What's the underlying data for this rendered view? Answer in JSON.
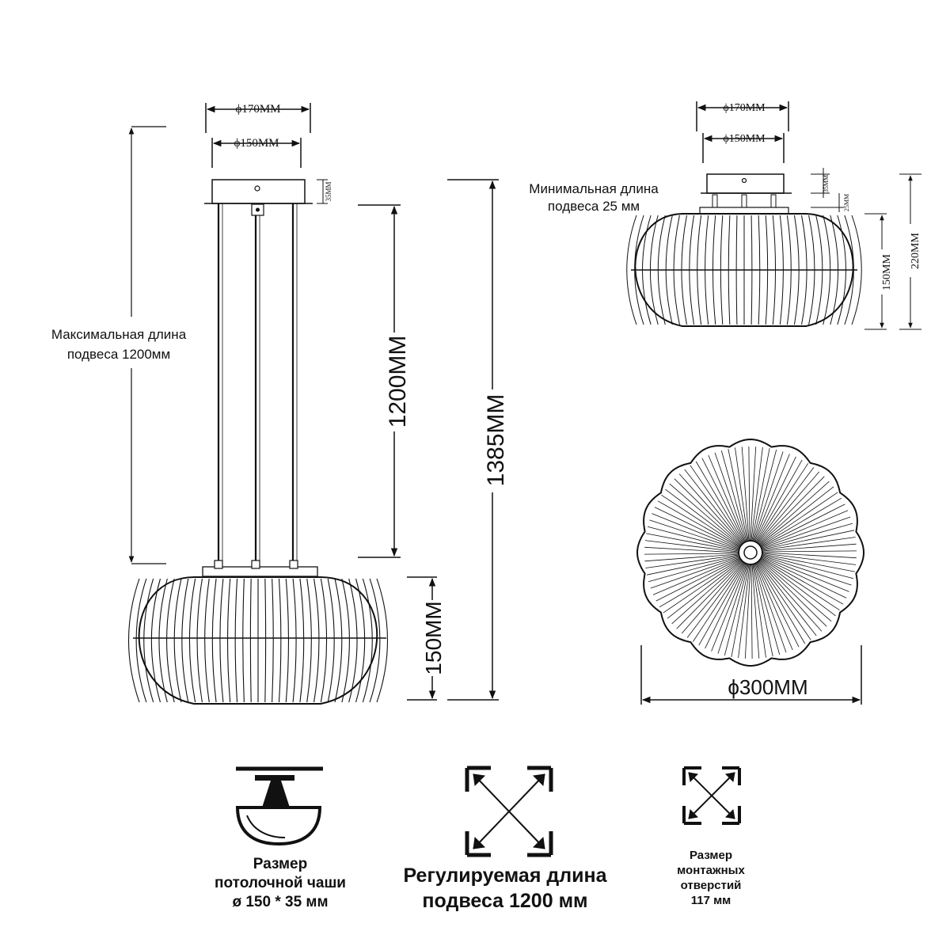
{
  "side_view": {
    "canopy_outer_diameter": "ϕ170MM",
    "canopy_inner_diameter": "ϕ150MM",
    "canopy_height": "35MM",
    "max_length_note_line1": "Максимальная длина",
    "max_length_note_line2": "подвеса 1200мм",
    "suspension_length": "1200MM",
    "total_height": "1385MM",
    "shade_height": "150MM"
  },
  "compact_view": {
    "canopy_outer_diameter": "ϕ170MM",
    "canopy_inner_diameter": "ϕ150MM",
    "canopy_height": "35MM",
    "min_suspension": "25MM",
    "min_length_note_line1": "Минимальная длина",
    "min_length_note_line2": "подвеса 25 мм",
    "shade_height": "150MM",
    "total_height": "220MM"
  },
  "top_view": {
    "diameter": "ϕ300MM"
  },
  "icons": {
    "canopy_caption": [
      "Размер",
      "потолочной чаши",
      "ø 150 * 35 мм"
    ],
    "adjustable_caption": [
      "Регулируемая длина",
      "подвеса 1200 мм"
    ],
    "mounting_caption": [
      "Размер",
      "монтажных",
      "отверстий",
      "117 мм"
    ]
  }
}
